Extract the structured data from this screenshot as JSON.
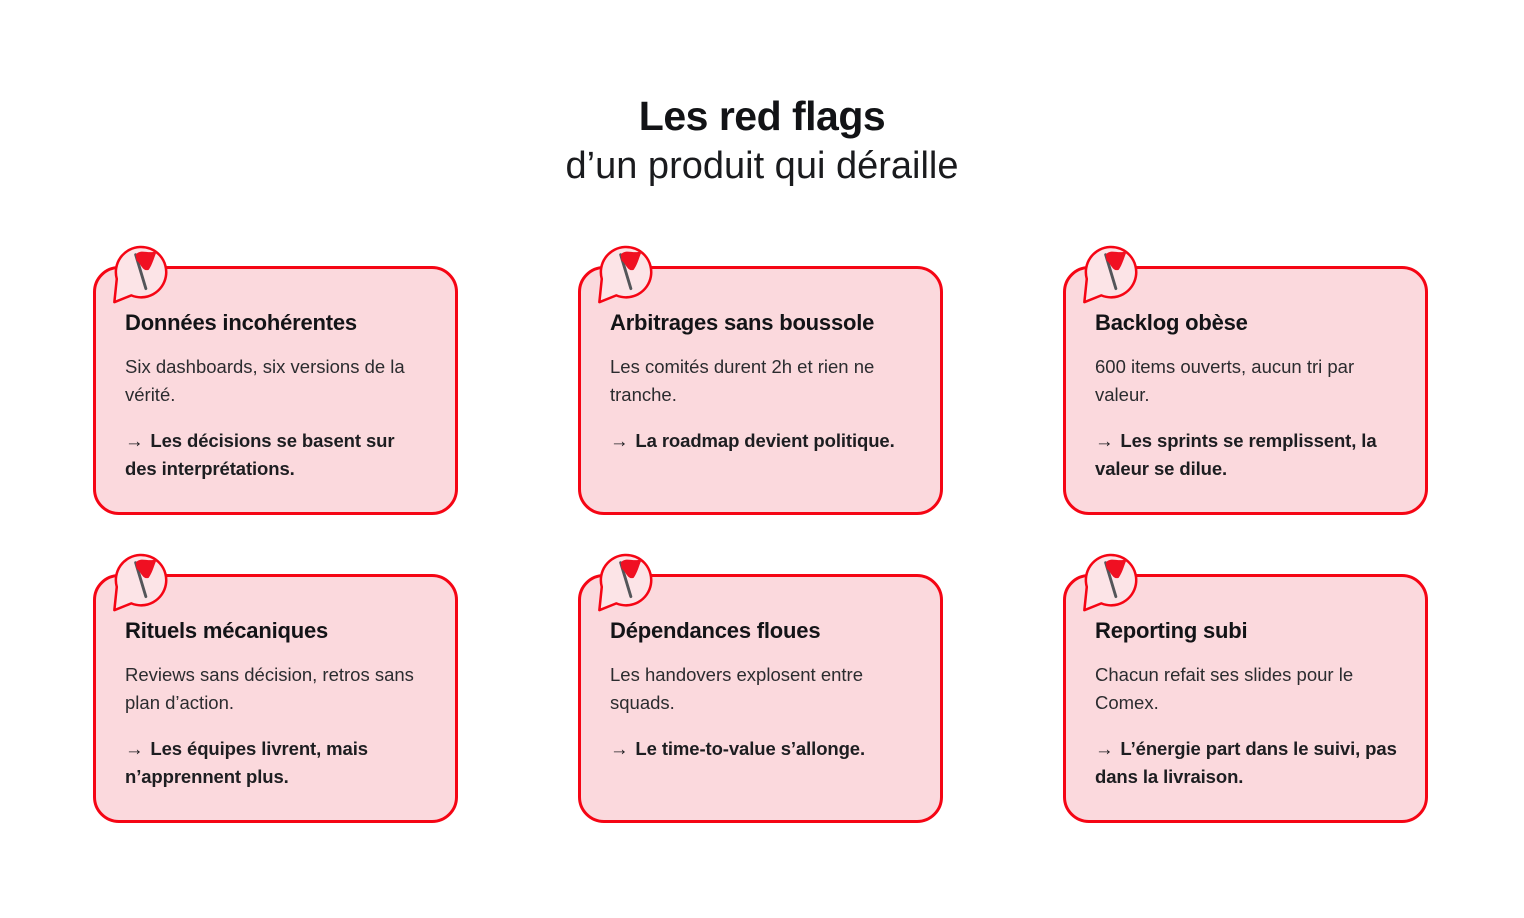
{
  "title": {
    "line1": "Les red flags",
    "line2": "d’un produit qui déraille"
  },
  "colors": {
    "accent_red": "#F50514",
    "card_background": "#FBD9DD",
    "badge_background": "#FCE4E7",
    "flag_pole_gray": "#54565A",
    "heading_text": "#131417",
    "body_text": "#2B2C2F",
    "page_background": "#FFFFFF"
  },
  "icons": {
    "badge": "red-flag-speech-bubble-icon",
    "arrow": "→"
  },
  "cards": [
    {
      "heading": "Données incohérentes",
      "body": "Six dashboards, six versions de la vérité.",
      "arrow": "→",
      "consequence": "Les décisions se basent sur des interprétations."
    },
    {
      "heading": "Arbitrages sans boussole",
      "body": "Les comités durent 2h et rien ne tranche.",
      "arrow": "→",
      "consequence": "La roadmap devient politique."
    },
    {
      "heading": "Backlog obèse",
      "body": "600 items ouverts, aucun tri par valeur.",
      "arrow": "→",
      "consequence": "Les sprints se remplissent, la valeur se dilue."
    },
    {
      "heading": "Rituels mécaniques",
      "body": "Reviews sans décision, retros sans plan d’action.",
      "arrow": "→",
      "consequence": "Les équipes livrent, mais n’apprennent plus."
    },
    {
      "heading": "Dépendances floues",
      "body": "Les handovers explosent entre squads.",
      "arrow": "→",
      "consequence": "Le time-to-value s’allonge."
    },
    {
      "heading": "Reporting subi",
      "body": "Chacun refait ses slides pour le Comex.",
      "arrow": "→",
      "consequence": "L’énergie part dans le suivi, pas dans la livraison."
    }
  ]
}
